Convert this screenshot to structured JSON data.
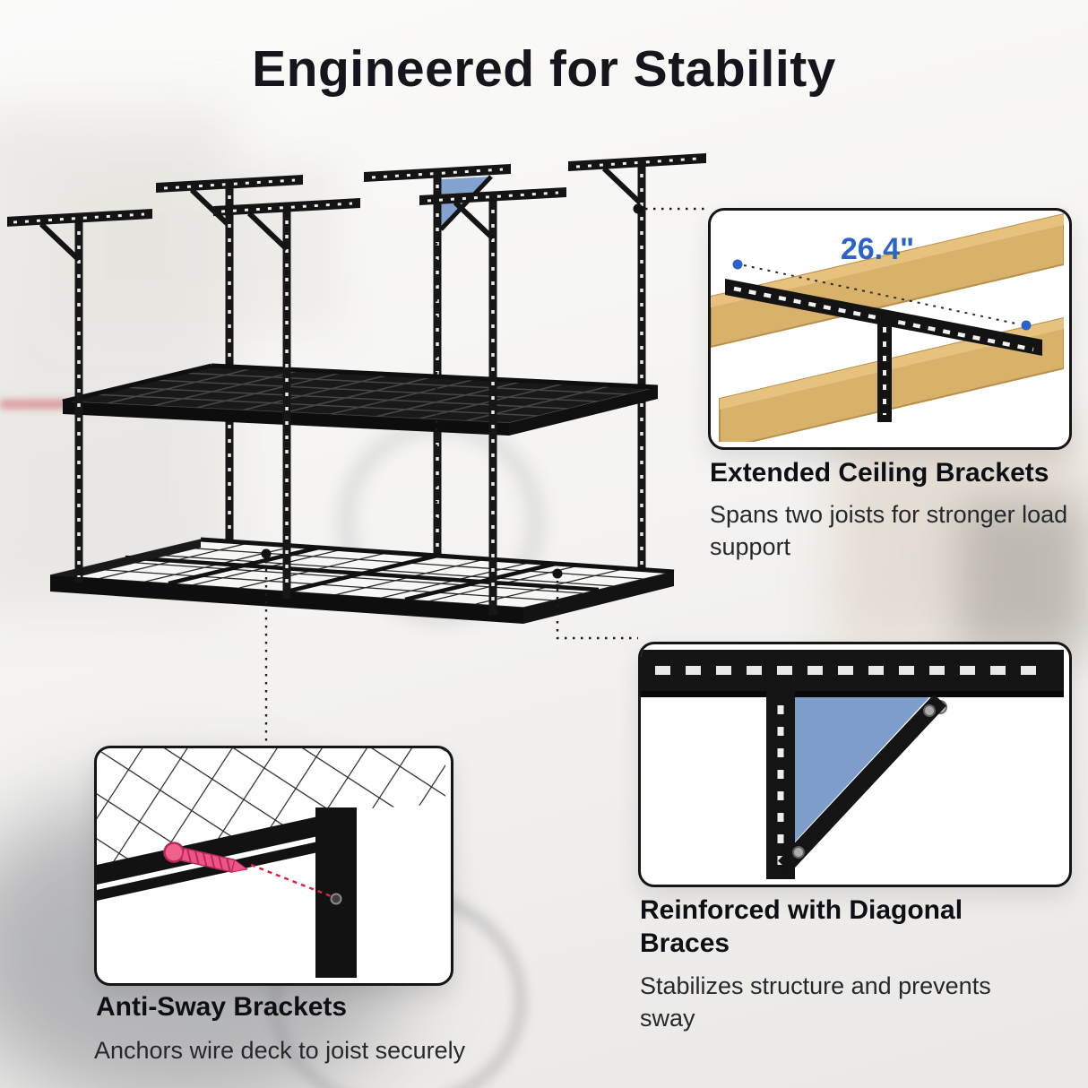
{
  "page": {
    "title": "Engineered for Stability"
  },
  "callouts": {
    "ceiling": {
      "measurement": "26.4\"",
      "heading": "Extended Ceiling Brackets",
      "body": "Spans two joists for stronger load support"
    },
    "diagonal": {
      "heading": "Reinforced with Diagonal Braces",
      "body": "Stabilizes structure and prevents sway"
    },
    "antisway": {
      "heading": "Anti-Sway Brackets",
      "body": "Anchors wire deck to joist securely"
    }
  },
  "colors": {
    "accent_blue": "#2d63c8",
    "brace_fill_blue": "#7e9dca",
    "wood_tan": "#d8b26a",
    "frame_black": "#141414",
    "screw_pink": "#ee5586",
    "dashed_red": "#d42741"
  }
}
